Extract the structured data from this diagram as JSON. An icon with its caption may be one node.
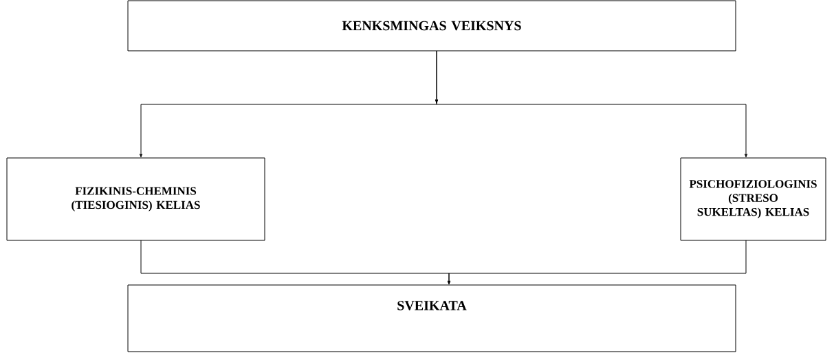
{
  "diagram": {
    "nodes": [
      {
        "text": [
          "KENKSMINGAS VEIKSNYS"
        ]
      },
      {
        "text": [
          "FIZIKINIS-CHEMINIS (TIESIOGINIS) KELIAS"
        ]
      },
      {
        "text": [
          "PSICHOFIZIOLOGINIS (STRESO SUKELTAS) KELIAS"
        ]
      },
      {
        "text": [
          "SVEIKATA"
        ]
      }
    ],
    "edges": [
      {
        "from": 0,
        "to": 1,
        "arrow": "to"
      },
      {
        "from": 0,
        "to": 2,
        "arrow": "to"
      },
      {
        "from": 1,
        "to": 3,
        "arrow": "to"
      },
      {
        "from": 2,
        "to": 3,
        "arrow": "to"
      }
    ]
  }
}
